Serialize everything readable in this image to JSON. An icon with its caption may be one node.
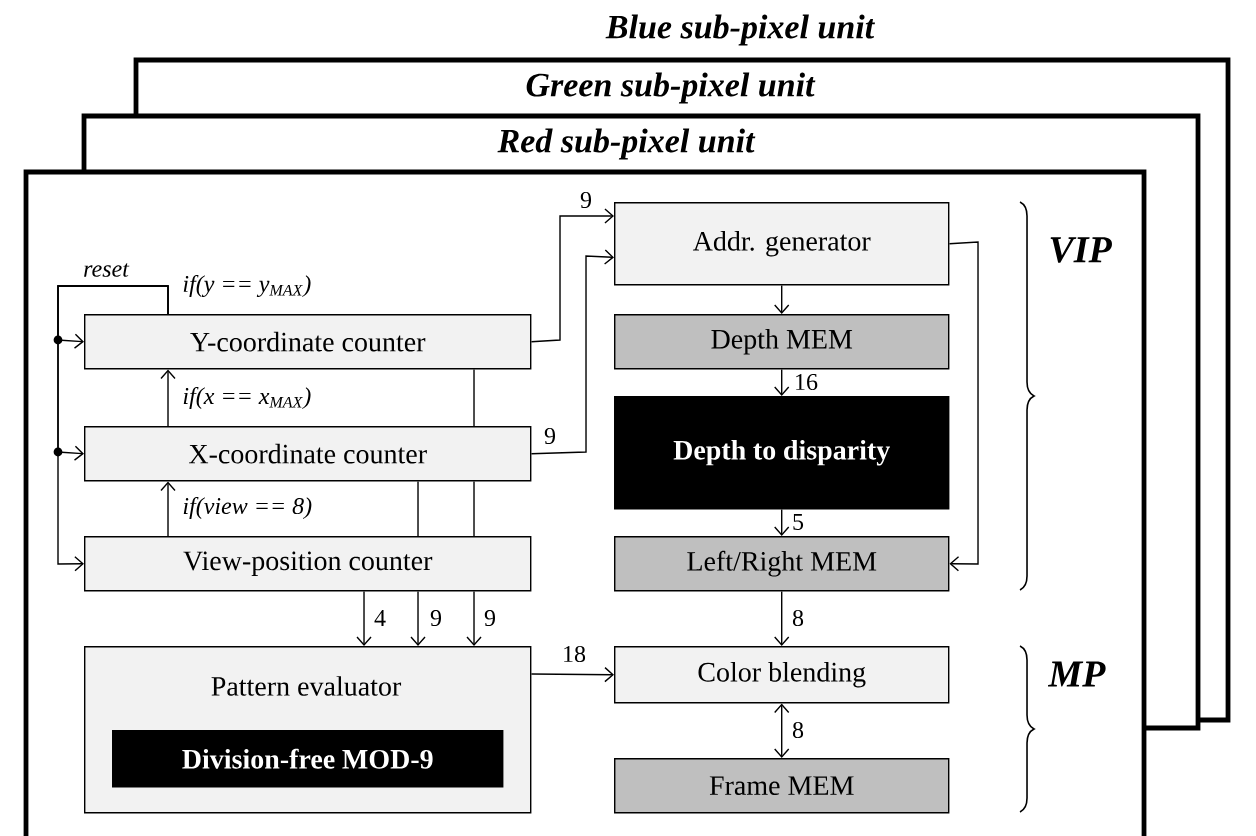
{
  "diagram": {
    "nodes": [
      {
        "text": [
          "Y-coordinate counter"
        ]
      },
      {
        "text": [
          "X-coordinate counter"
        ]
      },
      {
        "text": [
          "View-position counter"
        ]
      },
      {
        "text": [
          "Pattern evaluator"
        ]
      },
      {
        "text": [
          "Division-free MOD-9"
        ],
        "in": 3
      },
      {
        "text": [
          "Addr. generator"
        ]
      },
      {
        "text": [
          "Depth MEM"
        ]
      },
      {
        "text": [
          "Depth to disparity"
        ]
      },
      {
        "text": [
          "Left/Right MEM"
        ]
      },
      {
        "text": [
          "Color blending"
        ]
      },
      {
        "text": [
          "Frame MEM"
        ]
      }
    ],
    "edges": [
      {
        "from": 1,
        "to": 0,
        "arrow": "to",
        "label": "if(x == x$_{MAX}$)"
      },
      {
        "from": 2,
        "to": 1,
        "arrow": "to",
        "label": "if(view == 8)"
      },
      {
        "from": 0,
        "to": 0,
        "arrow": "to",
        "label": "reset"
      },
      {
        "from": 0,
        "to": 1,
        "arrow": "to"
      },
      {
        "from": 0,
        "to": 2,
        "arrow": "to"
      },
      {
        "from": 0,
        "to": 5,
        "arrow": "to",
        "label": "9"
      },
      {
        "from": 1,
        "to": 5,
        "arrow": "to",
        "label": "9"
      },
      {
        "from": 0,
        "to": 1,
        "arrow": "none"
      },
      {
        "from": 1,
        "to": 2,
        "arrow": "none"
      },
      {
        "from": 1,
        "to": 2,
        "arrow": "none"
      },
      {
        "from": 2,
        "to": 3,
        "arrow": "to",
        "label": "4"
      },
      {
        "from": 2,
        "to": 3,
        "arrow": "to",
        "label": "9"
      },
      {
        "from": 2,
        "to": 3,
        "arrow": "to",
        "label": "9"
      },
      {
        "from": 5,
        "to": 6,
        "arrow": "to"
      },
      {
        "from": 5,
        "to": 8,
        "arrow": "to"
      },
      {
        "from": 6,
        "to": 7,
        "arrow": "to",
        "label": "16"
      },
      {
        "from": 7,
        "to": 8,
        "arrow": "to",
        "label": "5"
      },
      {
        "from": 8,
        "to": 9,
        "arrow": "to",
        "label": "8"
      },
      {
        "from": 3,
        "to": 9,
        "arrow": "to",
        "label": "18"
      },
      {
        "from": 9,
        "to": 10,
        "arrow": "both",
        "label": "8"
      }
    ],
    "labels": [
      "Blue sub-pixel unit",
      "Green sub-pixel unit",
      "Red sub-pixel unit",
      "if(y == y$_{MAX}$)",
      "VIP",
      "MP"
    ]
  }
}
